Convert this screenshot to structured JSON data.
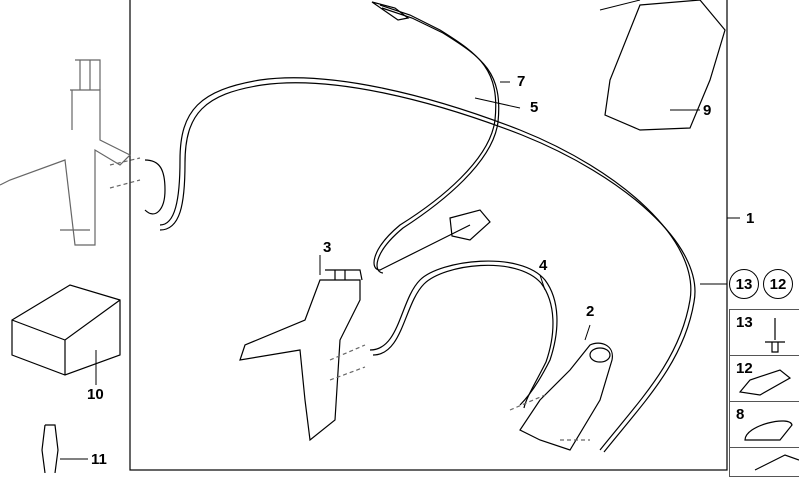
{
  "diagram": {
    "callouts": {
      "c1": "1",
      "c2": "2",
      "c3": "3",
      "c4": "4",
      "c5": "5",
      "c7": "7",
      "c9": "9",
      "c10": "10",
      "c11": "11"
    },
    "circled_refs": [
      "13",
      "12"
    ],
    "parts_panel": [
      {
        "label": "13"
      },
      {
        "label": "12"
      },
      {
        "label": "8"
      }
    ]
  }
}
